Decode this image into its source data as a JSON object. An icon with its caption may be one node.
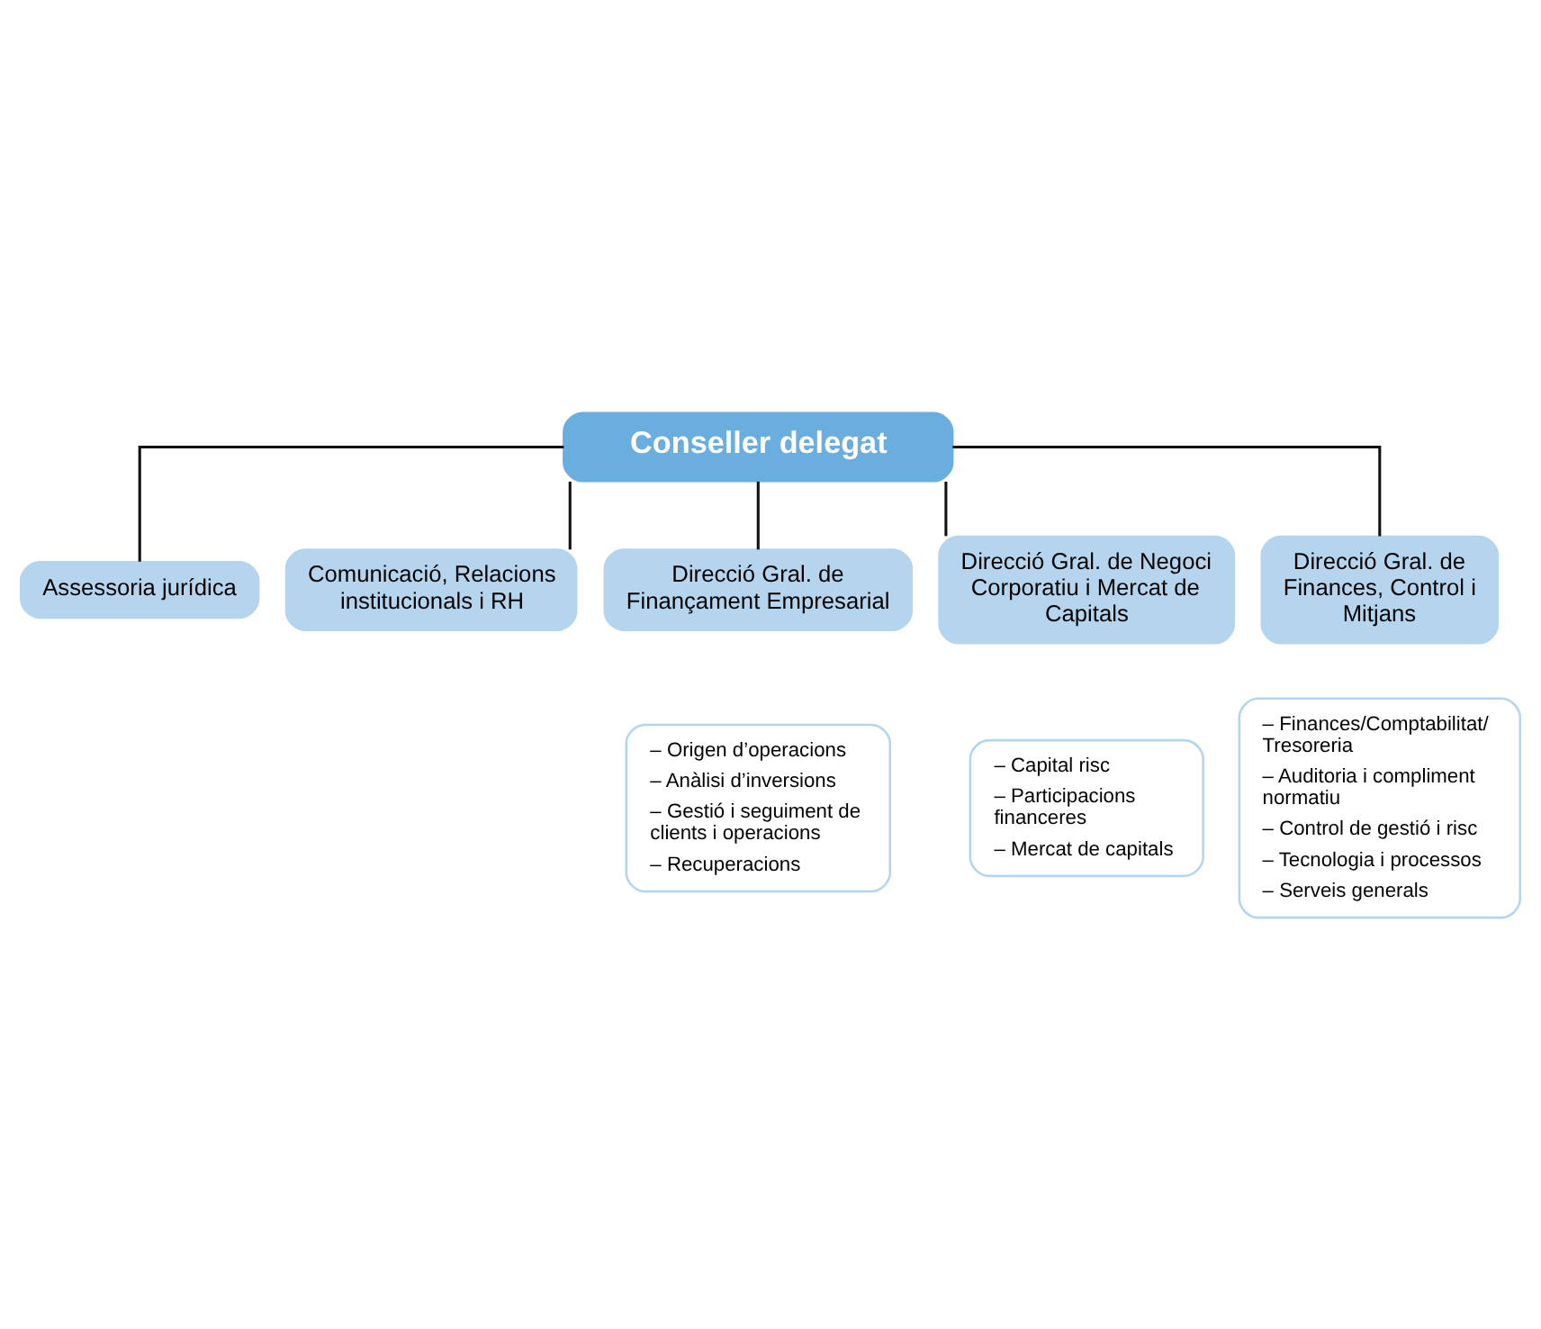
{
  "diagram": {
    "nodes": [
      {
        "text": [
          "Conseller delegat"
        ]
      },
      {
        "text": [
          "Assessoria jurídica"
        ]
      },
      {
        "text": [
          "Comunicació, Relacions institucionals i RH"
        ]
      },
      {
        "text": [
          "Direcció Gral. de Finançament Empresarial"
        ]
      },
      {
        "text": [
          "Direcció Gral. de Negoci Corporatiu i Mercat de Capitals"
        ]
      },
      {
        "text": [
          "Direcció Gral. de Finances, Control i Mitjans"
        ]
      },
      {
        "text": [
          "– Origen d’operacions",
          "– Anàlisi d’inversions",
          "– Gestió i seguiment de clients i operacions",
          "– Recuperacions"
        ]
      },
      {
        "text": [
          "– Capital risc",
          "– Participacions financeres",
          "– Mercat de capitals"
        ]
      },
      {
        "text": [
          "– Finances/Comptabilitat/ Tresoreria",
          "– Auditoria i compliment normatiu",
          "– Control de gestió i risc",
          "– Tecnologia i processos",
          "– Serveis generals"
        ]
      }
    ],
    "edges": [
      {
        "from": 0,
        "to": 1,
        "arrow": "none"
      },
      {
        "from": 0,
        "to": 2,
        "arrow": "none"
      },
      {
        "from": 0,
        "to": 3,
        "arrow": "none"
      },
      {
        "from": 0,
        "to": 4,
        "arrow": "none"
      },
      {
        "from": 0,
        "to": 5,
        "arrow": "none"
      }
    ]
  }
}
